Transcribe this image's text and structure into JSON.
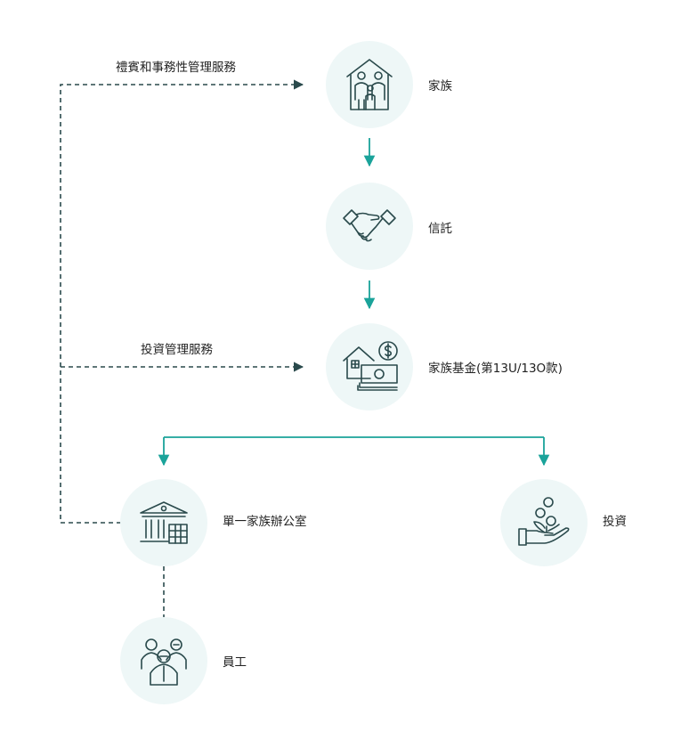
{
  "colors": {
    "teal": "#1aa39a",
    "dark": "#2a4a4c",
    "node_bg": "#eef7f7",
    "text": "#222222"
  },
  "edges": {
    "family_services": "禮賓和事務性管理服務",
    "investment_services": "投資管理服務"
  },
  "nodes": {
    "family": {
      "label": "家族",
      "icon": "family-house-icon"
    },
    "trust": {
      "label": "信託",
      "icon": "handshake-icon"
    },
    "fund": {
      "label": "家族基金(第13U/13O款)",
      "icon": "house-money-icon"
    },
    "office": {
      "label": "單一家族辦公室",
      "icon": "bank-building-icon"
    },
    "invest": {
      "label": "投資",
      "icon": "money-plant-hand-icon"
    },
    "staff": {
      "label": "員工",
      "icon": "staff-group-icon"
    }
  }
}
